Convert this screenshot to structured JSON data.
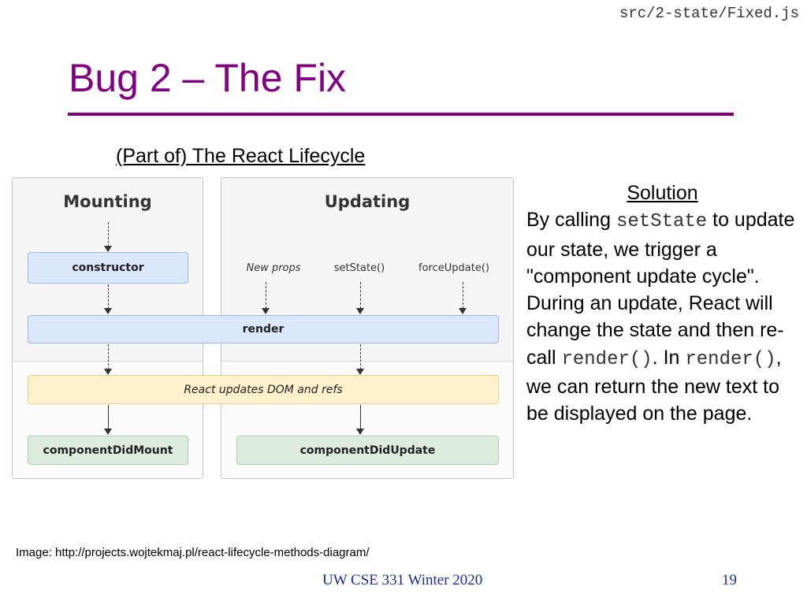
{
  "file_path": "src/2-state/Fixed.js",
  "title": "Bug 2 – The Fix",
  "subtitle": "(Part of) The React Lifecycle",
  "diagram": {
    "mounting_header": "Mounting",
    "updating_header": "Updating",
    "constructor": "constructor",
    "new_props": "New props",
    "set_state": "setState()",
    "force_update": "forceUpdate()",
    "render": "render",
    "dom_update": "React updates DOM and refs",
    "did_mount": "componentDidMount",
    "did_update": "componentDidUpdate"
  },
  "solution": {
    "heading": "Solution",
    "t1": "By calling ",
    "code1": "setState",
    "t2": " to update our state, we trigger a \"component update cycle\". During an update, React will change the state and then re-call ",
    "code2": "render()",
    "t3": ". In ",
    "code3": "render()",
    "t4": ", we can return the new text to be displayed on the page."
  },
  "image_credit": "Image: http://projects.wojtekmaj.pl/react-lifecycle-methods-diagram/",
  "footer": "UW CSE 331 Winter 2020",
  "page_number": "19"
}
